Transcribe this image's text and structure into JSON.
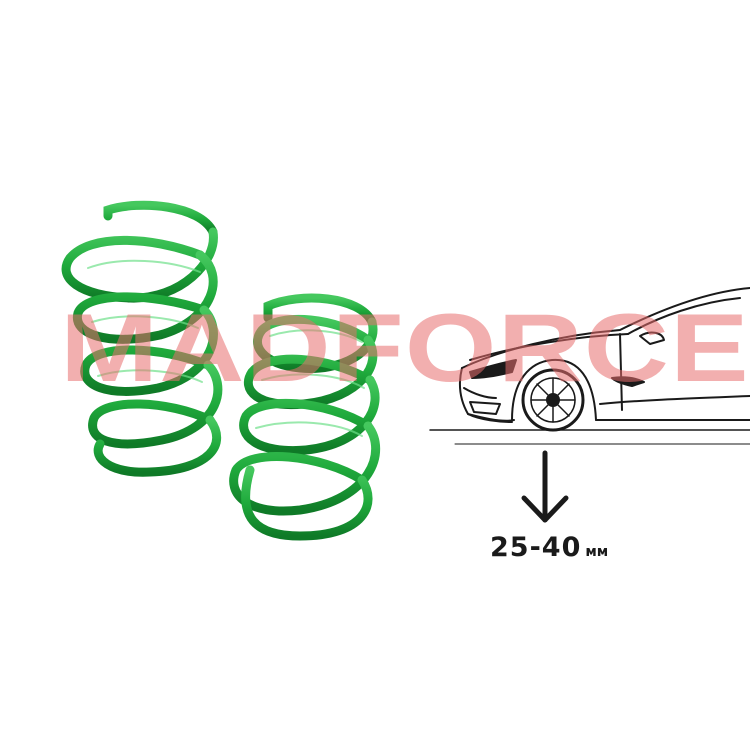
{
  "watermark": {
    "text": "MADFORCE.RU",
    "color": "#e86e6e"
  },
  "product": {
    "spring_color": "#1faa3c",
    "spring_shadow_color": "#0f7a27"
  },
  "lowering": {
    "range": "25-40",
    "unit": "мм"
  },
  "icons": {
    "arrow": "arrow-down-icon",
    "car": "car-outline-icon"
  }
}
